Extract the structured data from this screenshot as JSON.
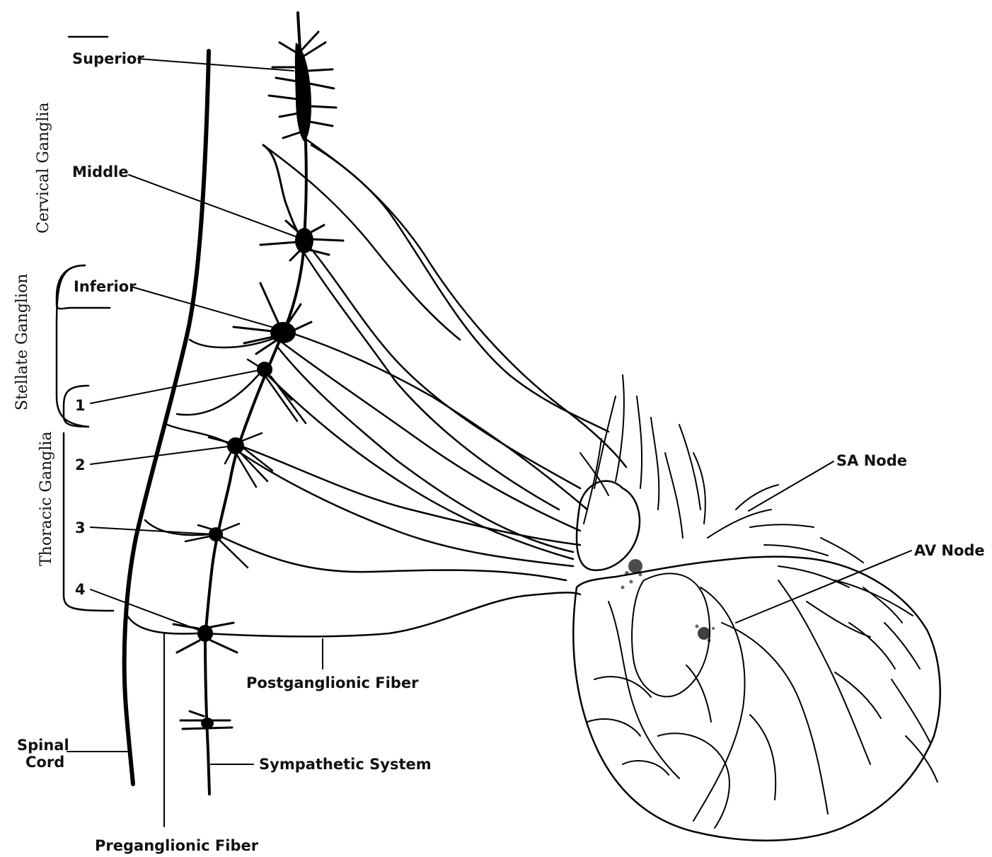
{
  "labels": {
    "superior": "Superior",
    "middle": "Middle",
    "inferior": "Inferior",
    "t1": "1",
    "t2": "2",
    "t3": "3",
    "t4": "4",
    "sa_node": "SA Node",
    "av_node": "AV Node",
    "postganglionic": "Postganglionic Fiber",
    "spinal_cord_1": "Spinal",
    "spinal_cord_2": "Cord",
    "sympathetic": "Sympathetic System",
    "preganglionic": "Preganglionic Fiber"
  },
  "group_labels": {
    "cervical": "Cervical Ganglia",
    "stellate": "Stellate Ganglion",
    "thoracic": "Thoracic Ganglia"
  },
  "colors": {
    "ink": "#000000",
    "paper": "#ffffff"
  }
}
